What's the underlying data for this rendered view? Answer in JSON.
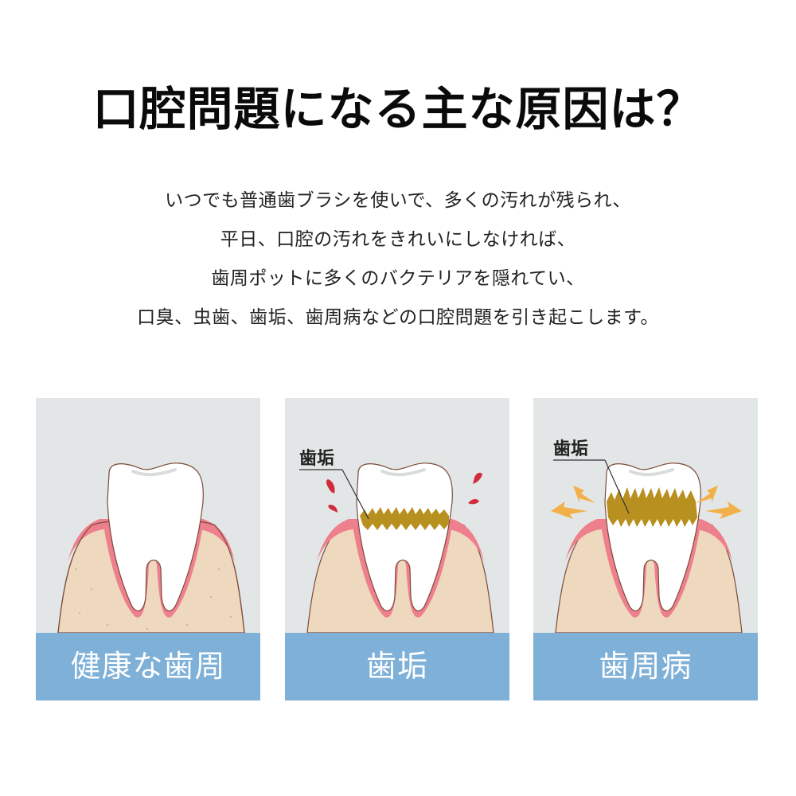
{
  "heading": "口腔問題になる主な原因は？",
  "description": [
    "いつでも普通歯ブラシを使いで、多くの汚れが残られ、",
    "平日、口腔の汚れをきれいにしなければ、",
    "歯周ポットに多くのバクテリアを隠れてい、",
    "口臭、虫歯、歯垢、歯周病などの口腔問題を引き起こします。"
  ],
  "panels": [
    {
      "caption": "健康な歯周",
      "callout": null,
      "indicator": "none"
    },
    {
      "caption": "歯垢",
      "callout": "歯垢",
      "indicator": "red-droplets-icon"
    },
    {
      "caption": "歯周病",
      "callout": "歯垢",
      "indicator": "lightning-bolts-icon"
    }
  ],
  "colors": {
    "panel_bg": "#e3e6e6",
    "caption_bg": "#7eb0d8",
    "gum": "#ee7f8c",
    "bone": "#eed9bf",
    "tooth": "#ffffff",
    "plaque": "#b8901f",
    "droplet": "#d12c3b",
    "bolt": "#f2b04a"
  }
}
